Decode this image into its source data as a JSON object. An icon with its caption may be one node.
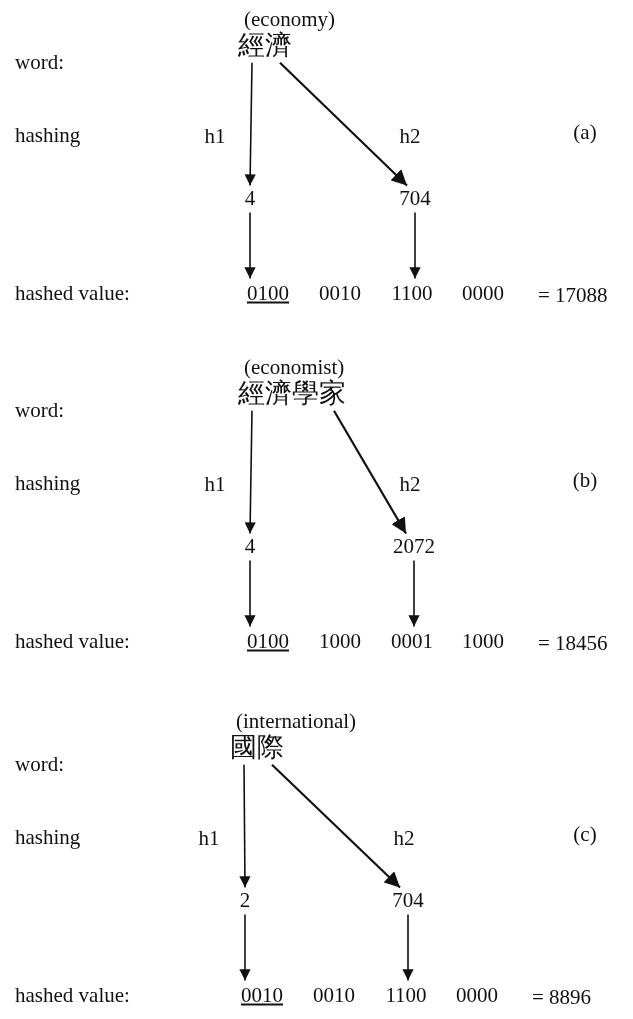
{
  "diagram": {
    "nodes": [
      {
        "text": [
          "(economy)",
          "經濟"
        ]
      },
      {
        "text": [
          "4"
        ]
      },
      {
        "text": [
          "704"
        ]
      },
      {
        "text": [
          "0100"
        ]
      },
      {
        "text": [
          "0010"
        ]
      },
      {
        "text": [
          "1100"
        ]
      },
      {
        "text": [
          "0000"
        ]
      },
      {
        "text": [
          "(economist)",
          "經濟學家"
        ]
      },
      {
        "text": [
          "4"
        ]
      },
      {
        "text": [
          "2072"
        ]
      },
      {
        "text": [
          "0100"
        ]
      },
      {
        "text": [
          "1000"
        ]
      },
      {
        "text": [
          "0001"
        ]
      },
      {
        "text": [
          "1000"
        ]
      },
      {
        "text": [
          "(international)",
          "國際"
        ]
      },
      {
        "text": [
          "2"
        ]
      },
      {
        "text": [
          "704"
        ]
      },
      {
        "text": [
          "0010"
        ]
      },
      {
        "text": [
          "0010"
        ]
      },
      {
        "text": [
          "1100"
        ]
      },
      {
        "text": [
          "0000"
        ]
      }
    ],
    "edges": [
      {
        "from": 0,
        "to": 1,
        "arrow": "to",
        "label": "h1"
      },
      {
        "from": 0,
        "to": 2,
        "arrow": "to",
        "label": "h2"
      },
      {
        "from": 1,
        "to": 3,
        "arrow": "to"
      },
      {
        "from": 2,
        "to": 5,
        "arrow": "to"
      },
      {
        "from": 7,
        "to": 8,
        "arrow": "to",
        "label": "h1"
      },
      {
        "from": 7,
        "to": 9,
        "arrow": "to",
        "label": "h2"
      },
      {
        "from": 8,
        "to": 10,
        "arrow": "to"
      },
      {
        "from": 9,
        "to": 12,
        "arrow": "to"
      },
      {
        "from": 14,
        "to": 15,
        "arrow": "to",
        "label": "h1"
      },
      {
        "from": 14,
        "to": 16,
        "arrow": "to",
        "label": "h2"
      },
      {
        "from": 15,
        "to": 17,
        "arrow": "to"
      },
      {
        "from": 16,
        "to": 19,
        "arrow": "to"
      }
    ],
    "labels": [
      "word:",
      "hashing",
      "(a)",
      "hashed value:",
      "= 17088",
      "word:",
      "hashing",
      "(b)",
      "hashed value:",
      "= 18456",
      "word:",
      "hashing",
      "(c)",
      "hashed value:",
      "= 8896"
    ]
  }
}
